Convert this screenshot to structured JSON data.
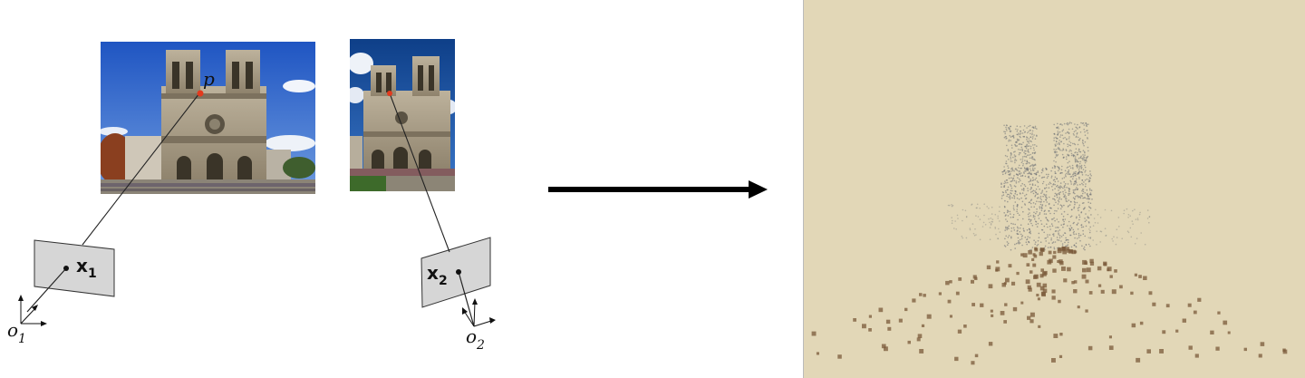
{
  "labels": {
    "point": "p",
    "x1_base": "x",
    "x1_sub": "1",
    "x2_base": "x",
    "x2_sub": "2",
    "o1_base": "o",
    "o1_sub": "1",
    "o2_base": "o",
    "o2_sub": "2"
  },
  "colors": {
    "sky": "#2f62c4",
    "stone": "#a89c86",
    "point_red": "#e23a1e",
    "camera_fill": "#d6d6d6",
    "panel_bg": "#e2d7b7",
    "cloud_point": "#6f7276",
    "camera_brown": "#7a5a3a"
  }
}
